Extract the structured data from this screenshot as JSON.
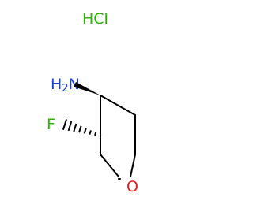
{
  "molecule": {
    "salt_label": "HCl",
    "amine_label": "NH2",
    "amine_h": "H",
    "amine_n": "N",
    "amine_subscript": "2",
    "fluoro_label": "F",
    "oxygen_label": "O"
  },
  "colors": {
    "bond": "#000000",
    "chlorine_salt": "#2db300",
    "nitrogen": "#2040d0",
    "fluorine": "#2db300",
    "oxygen": "#e02020"
  }
}
